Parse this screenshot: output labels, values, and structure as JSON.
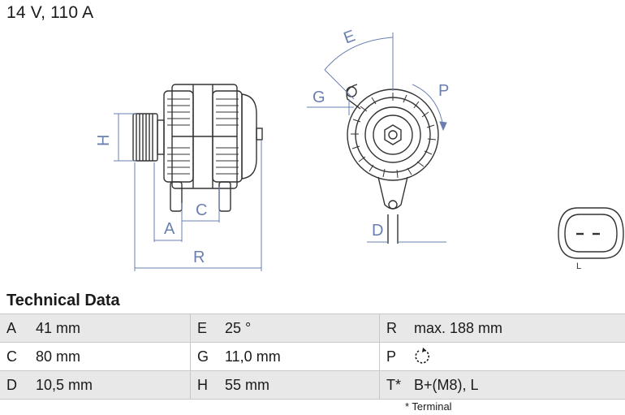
{
  "header": {
    "title": "14 V, 110 A"
  },
  "drawing_labels": {
    "E": "E",
    "G": "G",
    "P": "P",
    "H": "H",
    "A": "A",
    "C": "C",
    "D": "D",
    "R": "R",
    "L": "L"
  },
  "section": {
    "title": "Technical Data"
  },
  "specs": [
    [
      {
        "k": "A",
        "v": "41 mm"
      },
      {
        "k": "E",
        "v": "25 °"
      },
      {
        "k": "R",
        "v": "max. 188 mm"
      }
    ],
    [
      {
        "k": "C",
        "v": "80 mm"
      },
      {
        "k": "G",
        "v": "11,0 mm"
      },
      {
        "k": "P",
        "v": ""
      }
    ],
    [
      {
        "k": "D",
        "v": "10,5 mm"
      },
      {
        "k": "H",
        "v": "55 mm"
      },
      {
        "k": "T*",
        "v": "B+(M8), L"
      }
    ]
  ],
  "rotation_icon": "clockwise-rotation-icon",
  "footnote": "* Terminal"
}
